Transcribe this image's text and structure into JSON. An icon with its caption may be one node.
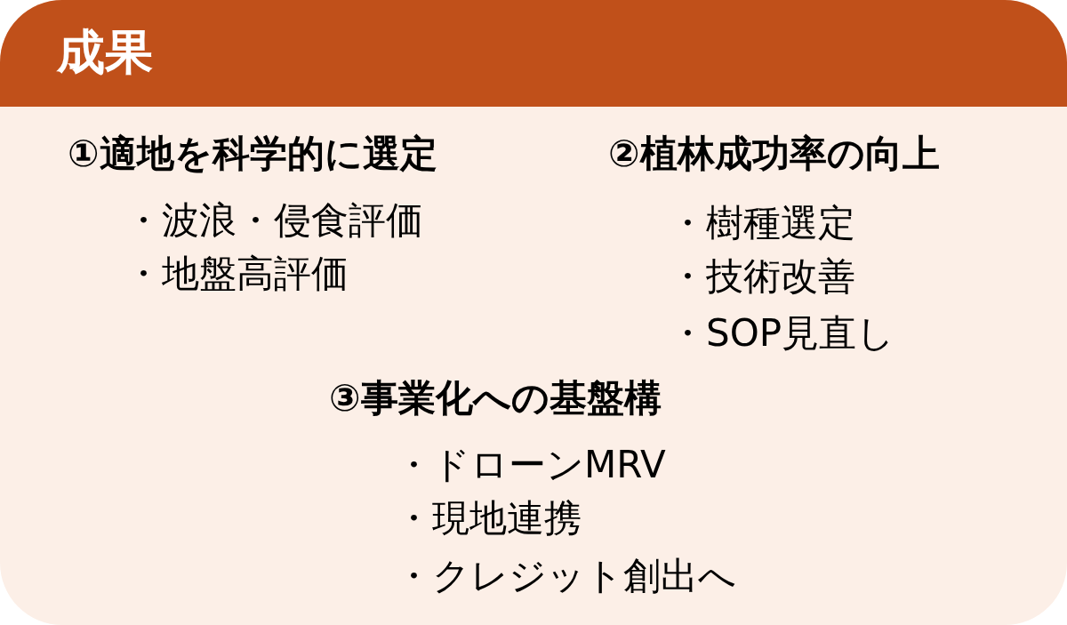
{
  "diagram": {
    "nodes": [
      {
        "text": [
          "成果"
        ]
      }
    ],
    "labels": [
      "①適地を科学的に選定",
      "・波浪・侵食評価",
      "・地盤高評価",
      "②植林成功率の向上",
      "・樹種選定",
      "・技術改善",
      "・SOP見直し",
      "③事業化への基盤構",
      "・ドローンMRV",
      "・現地連携",
      "・クレジット創出へ"
    ]
  }
}
